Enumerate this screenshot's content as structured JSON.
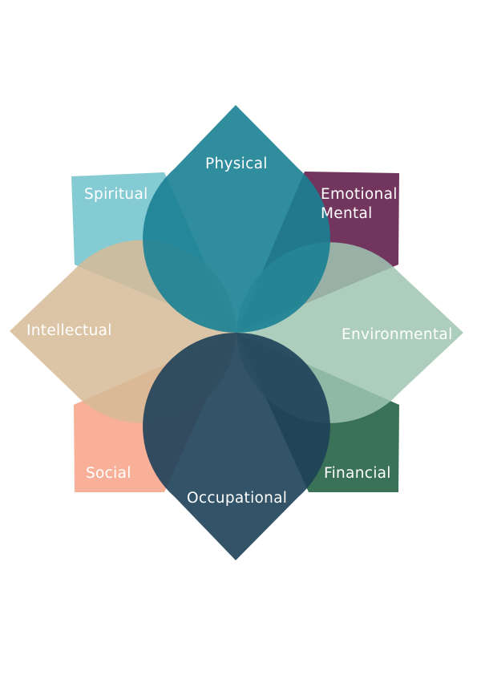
{
  "petals": [
    {
      "id": "spiritual",
      "label_lines": [
        "Spiritual"
      ],
      "color": "#78C5CE"
    },
    {
      "id": "emotional",
      "label_lines": [
        "Emotional",
        "Mental"
      ],
      "color": "#6A2A55"
    },
    {
      "id": "social",
      "label_lines": [
        "Social"
      ],
      "color": "#F8AC93"
    },
    {
      "id": "financial",
      "label_lines": [
        "Financial"
      ],
      "color": "#2E6A4E"
    },
    {
      "id": "environmental",
      "label_lines": [
        "Environmental"
      ],
      "color": "#9FC6B1"
    },
    {
      "id": "intellectual",
      "label_lines": [
        "Intellectual"
      ],
      "color": "#D6BB97"
    },
    {
      "id": "physical",
      "label_lines": [
        "Physical"
      ],
      "color": "#1A8194"
    },
    {
      "id": "occupational",
      "label_lines": [
        "Occupational"
      ],
      "color": "#1D4058"
    }
  ]
}
